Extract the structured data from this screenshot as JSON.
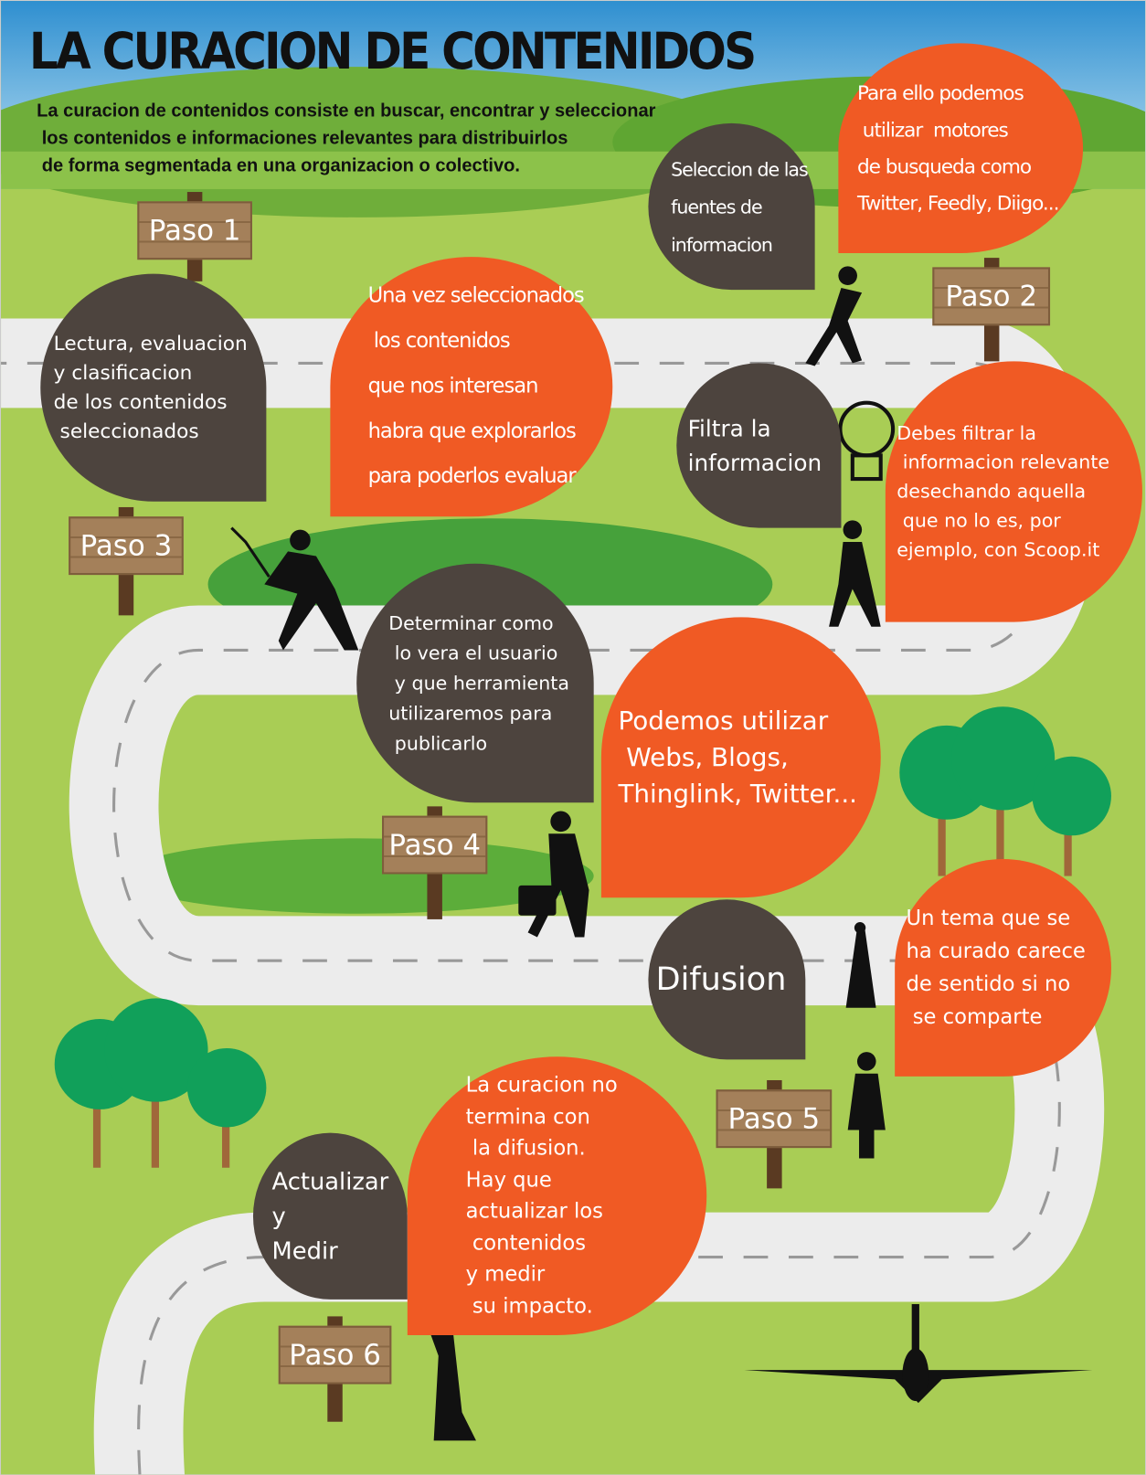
{
  "title": "LA CURACION DE CONTENIDOS",
  "description": "La curacion de contenidos consiste en buscar, encontrar y seleccionar\n los contenidos e informaciones relevantes para distribuirlos\n de forma segmentada en una organizacion o colectivo.",
  "steps": [
    {
      "label": "Paso 1",
      "dark": "Lectura, evaluacion\ny clasificacion\nde los contenidos\n seleccionados",
      "orange": "Una vez seleccionados\n los contenidos\nque nos interesan\nhabra que explorarlos\npara poderlos evaluar"
    },
    {
      "label": "Paso 2",
      "dark": "Seleccion de las\nfuentes de\ninformacion",
      "orange": "Para ello podemos\n utilizar  motores\nde busqueda como\nTwitter, Feedly, Diigo..."
    },
    {
      "label": "Paso 3",
      "dark": "Filtra la\ninformacion",
      "orange": "Debes filtrar la\n informacion relevante\ndesechando aquella\n que no lo es, por\nejemplo, con Scoop.it"
    },
    {
      "label": "Paso 4",
      "dark": "Determinar como\n lo vera el usuario\n y que herramienta\nutilizaremos para\n publicarlo",
      "orange": "Podemos utilizar\n Webs, Blogs,\nThinglink, Twitter..."
    },
    {
      "label": "Paso 5",
      "dark": "Difusion",
      "orange": "Un tema que se\nha curado carece\nde sentido si no\n se comparte"
    },
    {
      "label": "Paso 6",
      "dark": "Actualizar\ny\nMedir",
      "orange": "La curacion no\ntermina con\n la difusion.\nHay que\nactualizar los\n contenidos\ny medir\n su impacto."
    }
  ],
  "colors": {
    "dark": "#4d443e",
    "orange": "#f05a24",
    "grass": "#a9cd55",
    "sign": "#a4805a"
  }
}
